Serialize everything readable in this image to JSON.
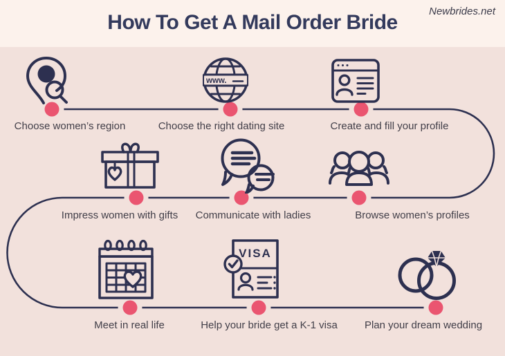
{
  "header": {
    "brand": "Newbrides.net",
    "title": "How To Get A Mail Order Bride"
  },
  "colors": {
    "header_bg": "#fcf2ec",
    "body_bg": "#f2e1dc",
    "line": "#2d3050",
    "dot": "#ea5570",
    "label": "#413e48",
    "title": "#333a5c"
  },
  "steps": [
    {
      "label": "Choose women’s region",
      "icon": "location-search-icon"
    },
    {
      "label": "Choose the right dating site",
      "icon": "globe-www-icon"
    },
    {
      "label": "Create and fill your profile",
      "icon": "profile-window-icon"
    },
    {
      "label": "Impress women with gifts",
      "icon": "gift-box-icon"
    },
    {
      "label": "Communicate with ladies",
      "icon": "chat-bubbles-icon"
    },
    {
      "label": "Browse women’s profiles",
      "icon": "women-group-icon"
    },
    {
      "label": "Meet in real life",
      "icon": "calendar-heart-icon"
    },
    {
      "label": "Help your bride get a K-1 visa",
      "icon": "visa-document-icon"
    },
    {
      "label": "Plan your dream wedding",
      "icon": "wedding-rings-icon"
    }
  ],
  "icon_text": {
    "globe": "www.",
    "visa": "VISA"
  }
}
